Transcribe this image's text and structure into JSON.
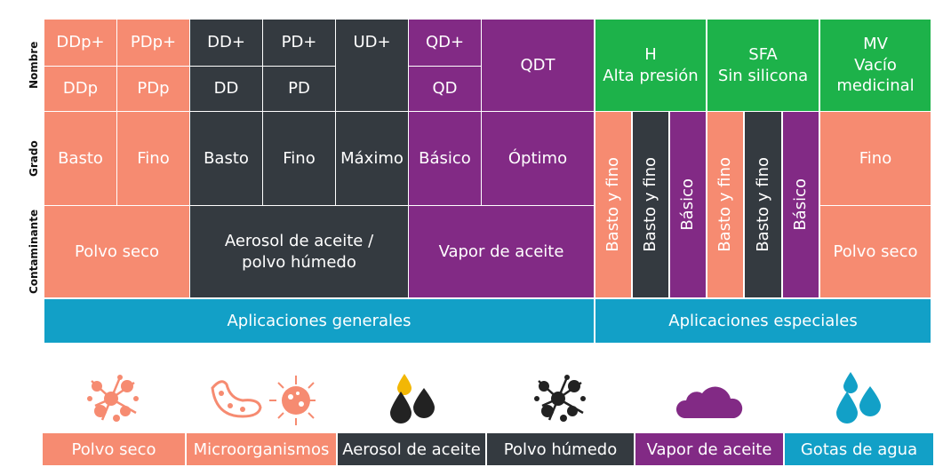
{
  "row_labels": {
    "name": "Nombre",
    "grade": "Grado",
    "contaminant": "Contaminante"
  },
  "general": {
    "names": {
      "ddp_plus": "DDp+",
      "pdp_plus": "PDp+",
      "dd_plus": "DD+",
      "pd_plus": "PD+",
      "ud_plus": "UD+",
      "qd_plus": "QD+",
      "qdt": "QDT",
      "ddp": "DDp",
      "pdp": "PDp",
      "dd": "DD",
      "pd": "PD",
      "qd": "QD"
    },
    "grades": {
      "ddp": "Basto",
      "pdp": "Fino",
      "dd": "Basto",
      "pd": "Fino",
      "ud": "Máximo",
      "qd": "Básico",
      "qdt": "Óptimo"
    },
    "contaminants": {
      "dry": "Polvo seco",
      "oil_aerosol": "Aerosol de aceite /\npolvo húmedo",
      "oil_vapor": "Vapor de aceite"
    },
    "application": "Aplicaciones generales"
  },
  "special": {
    "names": {
      "h": "H\nAlta presión",
      "sfa": "SFA\nSin silicona",
      "mv": "MV\nVacío\nmedicinal"
    },
    "grades": {
      "h_1": "Basto y fino",
      "h_2": "Basto y fino",
      "h_3": "Básico",
      "sfa_1": "Basto y fino",
      "sfa_2": "Basto y fino",
      "sfa_3": "Básico",
      "mv": "Fino"
    },
    "contaminants": {
      "mv": "Polvo seco"
    },
    "application": "Aplicaciones especiales"
  },
  "legend": [
    {
      "label": "Polvo seco",
      "color": "#f68b71",
      "icon": "dust-particles-icon"
    },
    {
      "label": "Microorganismos",
      "color": "#f68b71",
      "icon": "microorganisms-icon"
    },
    {
      "label": "Aerosol de aceite",
      "color": "#343a40",
      "icon": "oil-drops-icon"
    },
    {
      "label": "Polvo húmedo",
      "color": "#343a40",
      "icon": "wet-dust-icon"
    },
    {
      "label": "Vapor de aceite",
      "color": "#822a85",
      "icon": "cloud-icon"
    },
    {
      "label": "Gotas de agua",
      "color": "#12a0c7",
      "icon": "water-drops-icon"
    }
  ]
}
